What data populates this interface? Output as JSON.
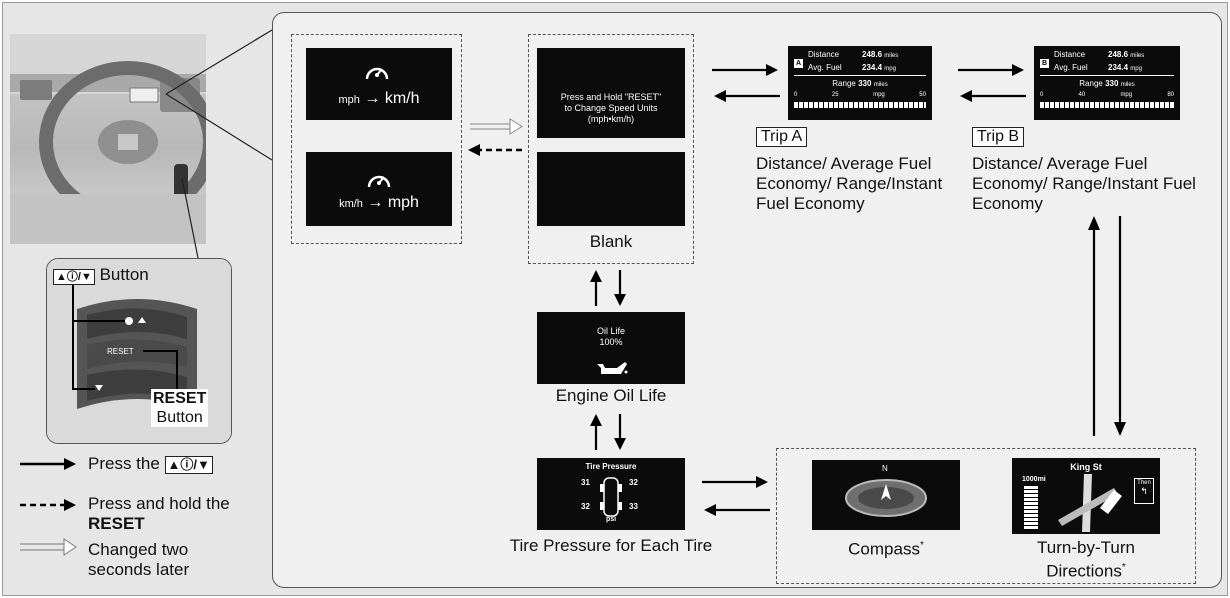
{
  "left": {
    "button_label": "Button",
    "reset_bold": "RESET",
    "reset_button_word": "Button",
    "panel_reset_text": "RESET",
    "key_glyph": "▲ⓘ/▼",
    "legend": [
      {
        "prefix": "Press the",
        "key": "▲ⓘ/▼",
        "bold": ""
      },
      {
        "prefix": "Press and hold the",
        "key": "",
        "bold": "RESET"
      },
      {
        "prefix": "Changed two seconds later",
        "key": "",
        "bold": ""
      }
    ]
  },
  "units": {
    "mph_to_kmh": {
      "from": "mph",
      "to": "km/h"
    },
    "kmh_to_mph": {
      "from": "km/h",
      "to": "mph"
    }
  },
  "blank": {
    "screen_text_1": "Press and Hold \"RESET\"",
    "screen_text_2": "to Change Speed Units",
    "screen_text_3": "(mph•km/h)",
    "label": "Blank"
  },
  "trip_a": {
    "tag": "Trip A",
    "badge": "A",
    "label": "Distance/ Average Fuel Economy/ Range/Instant Fuel Economy",
    "distance_label": "Distance",
    "distance_value": "248.6",
    "distance_unit": "miles",
    "avg_label": "Avg. Fuel",
    "avg_value": "234.4",
    "avg_unit": "mpg",
    "range_label": "Range",
    "range_value": "330",
    "range_unit": "miles",
    "scale": [
      "0",
      "25",
      "mpg",
      "50"
    ]
  },
  "trip_b": {
    "tag": "Trip B",
    "badge": "B",
    "label": "Distance/ Average Fuel Economy/ Range/Instant Fuel Economy",
    "distance_label": "Distance",
    "distance_value": "248.6",
    "distance_unit": "miles",
    "avg_label": "Avg. Fuel",
    "avg_value": "234.4",
    "avg_unit": "mpg",
    "range_label": "Range",
    "range_value": "330",
    "range_unit": "miles",
    "scale": [
      "0",
      "40",
      "mpg",
      "80"
    ]
  },
  "oil": {
    "screen_title": "Oil Life",
    "screen_value": "100%",
    "label": "Engine Oil Life"
  },
  "tire": {
    "screen_title": "Tire Pressure",
    "fl": "31",
    "fr": "32",
    "rl": "32",
    "rr": "33",
    "unit": "psi",
    "label": "Tire Pressure for Each Tire"
  },
  "compass": {
    "north": "N",
    "label": "Compass",
    "mark": "*"
  },
  "turn": {
    "street": "King St",
    "distance": "1000mi",
    "then": "Then",
    "label_1": "Turn-by-Turn",
    "label_2": "Directions",
    "mark": "*"
  }
}
